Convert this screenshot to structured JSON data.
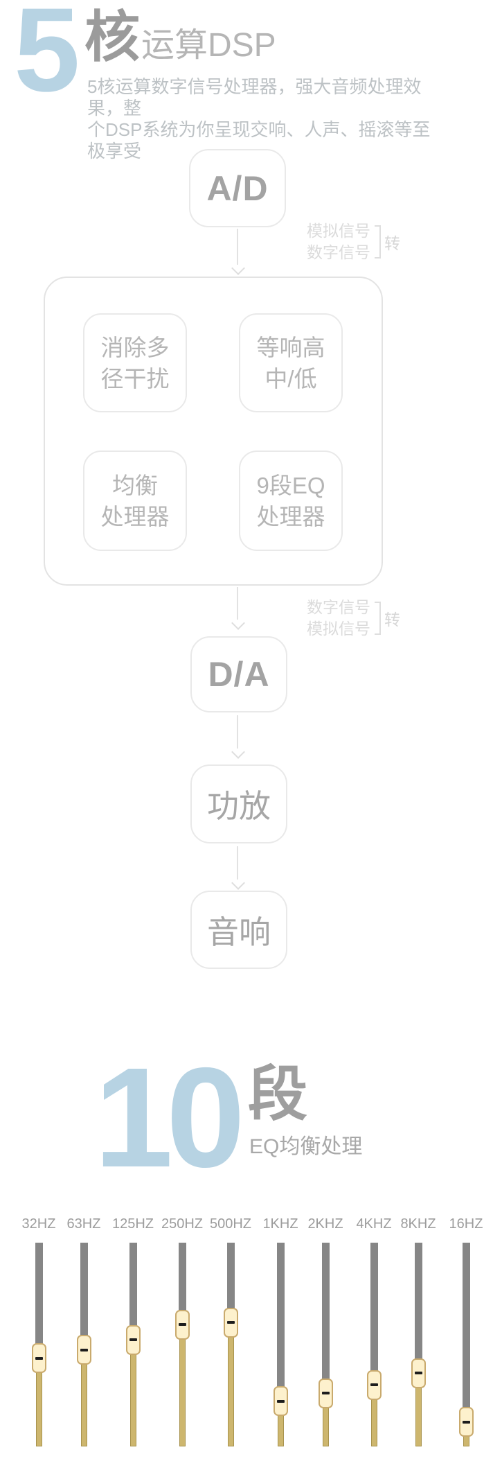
{
  "section1": {
    "big_number": "5",
    "title_strong": "核",
    "title_light": "运算DSP",
    "subtitle_line1": "5核运算数字信号处理器，强大音频处理效果，整",
    "subtitle_line2": "个DSP系统为你呈现交响、人声、摇滚等至极享受"
  },
  "flowchart": {
    "node_ad": "A/D",
    "label1_line1": "模拟信号",
    "label1_line2": "数字信号",
    "label1_suffix": "转",
    "inner_boxes": [
      {
        "line1": "消除多",
        "line2": "径干扰"
      },
      {
        "line1": "等响高",
        "line2": "中/低"
      },
      {
        "line1": "均衡",
        "line2": "处理器"
      },
      {
        "line1": "9段EQ",
        "line2": "处理器"
      }
    ],
    "label2_line1": "数字信号",
    "label2_line2": "模拟信号",
    "label2_suffix": "转",
    "node_da": "D/A",
    "node_amp": "功放",
    "node_speaker": "音响"
  },
  "section2": {
    "big_number": "10",
    "title_strong": "段",
    "subtitle": "EQ均衡处理"
  },
  "equalizer": {
    "bands": [
      {
        "label": "32HZ",
        "level_pct": 56.5
      },
      {
        "label": "63HZ",
        "level_pct": 52.4
      },
      {
        "label": "125HZ",
        "level_pct": 47.6
      },
      {
        "label": "250HZ",
        "level_pct": 40.1
      },
      {
        "label": "500HZ",
        "level_pct": 39.1
      },
      {
        "label": "1KHZ",
        "level_pct": 77.6
      },
      {
        "label": "2KHZ",
        "level_pct": 73.8
      },
      {
        "label": "4KHZ",
        "level_pct": 69.7
      },
      {
        "label": "8KHZ",
        "level_pct": 63.9
      },
      {
        "label": "16HZ",
        "level_pct": 87.8
      }
    ]
  },
  "colors": {
    "accent_blue": "#b7d3e3",
    "title_gray": "#9b9b9b",
    "box_border": "#e9e9e9",
    "track_gray": "#868686",
    "stem_tan": "#cdb66e",
    "handle_cream": "#fdf1cd",
    "handle_border": "#c9aa6d"
  }
}
